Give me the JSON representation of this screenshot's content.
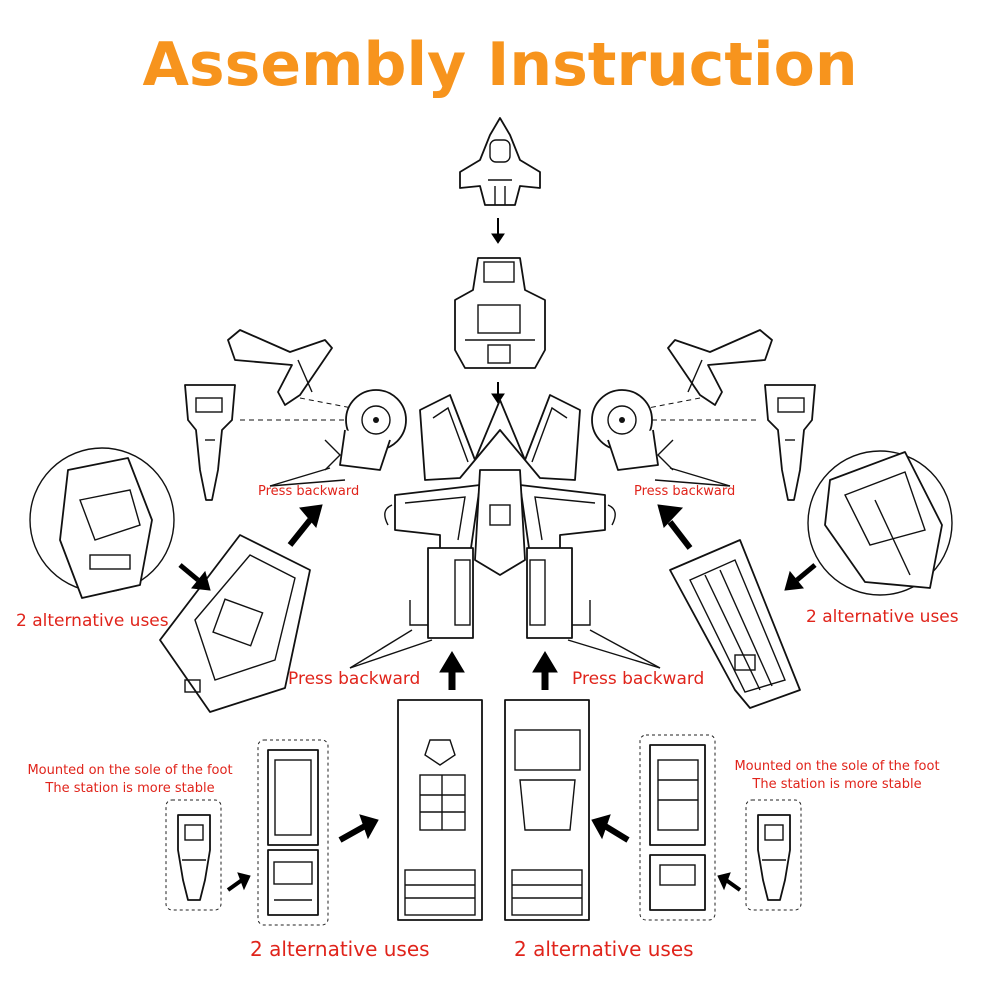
{
  "title": "Assembly Instruction",
  "labels": {
    "press_backward_upper_left": "Press backward",
    "press_backward_upper_right": "Press backward",
    "press_backward_lower_left": "Press backward",
    "press_backward_lower_right": "Press backward",
    "alt_uses_left": "2 alternative uses",
    "alt_uses_right": "2 alternative uses",
    "alt_uses_bottom_left": "2 alternative uses",
    "alt_uses_bottom_right": "2 alternative uses",
    "foot_note_left_line1": "Mounted on the sole of the foot",
    "foot_note_left_line2": "The station is more stable",
    "foot_note_right_line1": "Mounted on the sole of the foot",
    "foot_note_right_line2": "The station is more stable"
  },
  "colors": {
    "title": "#f7941d",
    "labels": "#e0241b",
    "lines": "#111111"
  }
}
